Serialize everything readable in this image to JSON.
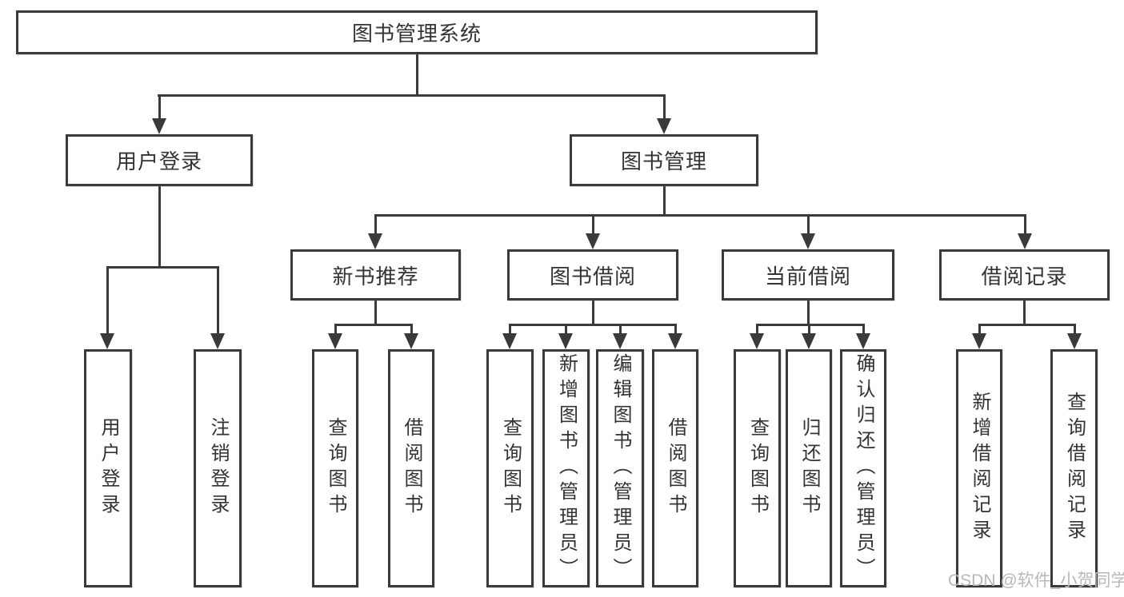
{
  "diagram": {
    "nodes": {
      "root": "图书管理系统",
      "user_login": "用户登录",
      "book_mgmt": "图书管理",
      "new_book": "新书推荐",
      "borrow": "图书借阅",
      "current": "当前借阅",
      "records": "借阅记录"
    },
    "leaves": {
      "user": [
        "用户登录",
        "注销登录"
      ],
      "new_book": [
        "查询图书",
        "借阅图书"
      ],
      "borrow": [
        "查询图书",
        "新增图书（管理员）",
        "编辑图书（管理员）",
        "借阅图书"
      ],
      "current": [
        "查询图书",
        "归还图书",
        "确认归还（管理员）"
      ],
      "records": [
        "新增借阅记录",
        "查询借阅记录"
      ]
    },
    "watermark": "CSDN @软件_小贺同学",
    "colors": {
      "border": "#3a3a3a",
      "text": "#333333",
      "watermark": "#b8b8b8",
      "background": "#ffffff"
    }
  }
}
